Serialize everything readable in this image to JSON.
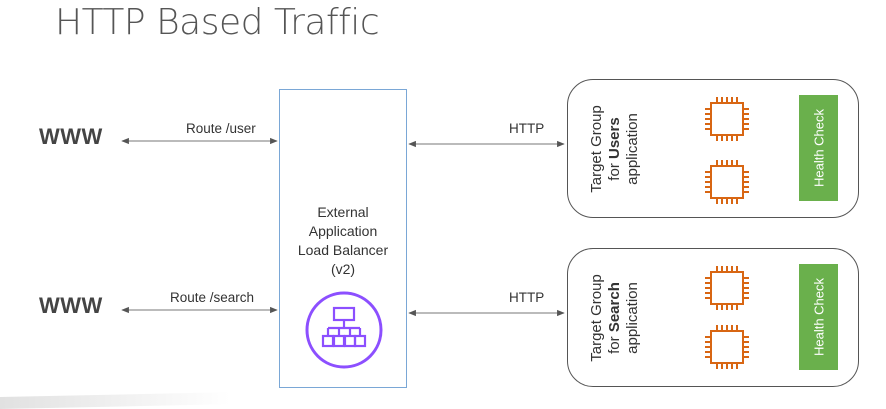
{
  "title": "HTTP Based Traffic",
  "clients": [
    {
      "label": "WWW",
      "route": "Route /user"
    },
    {
      "label": "WWW",
      "route": "Route /search"
    }
  ],
  "load_balancer": {
    "lines": [
      "External",
      "Application",
      "Load Balancer",
      "(v2)"
    ],
    "icon": "application-load-balancer-icon",
    "border_color": "#7aa7d6",
    "icon_color": "#8c4fff"
  },
  "target_groups": [
    {
      "protocol": "HTTP",
      "line1": "Target Group",
      "for_prefix": "for ",
      "for_bold": "Users",
      "line3": "application",
      "health_check": "Health Check"
    },
    {
      "protocol": "HTTP",
      "line1": "Target Group",
      "for_prefix": "for ",
      "for_bold": "Search",
      "line3": "application",
      "health_check": "Health Check"
    }
  ],
  "colors": {
    "instance_orange": "#d86613",
    "health_green": "#6ab04c"
  },
  "icons": [
    "ec2-instance-icon",
    "application-load-balancer-icon",
    "double-arrow-icon"
  ]
}
